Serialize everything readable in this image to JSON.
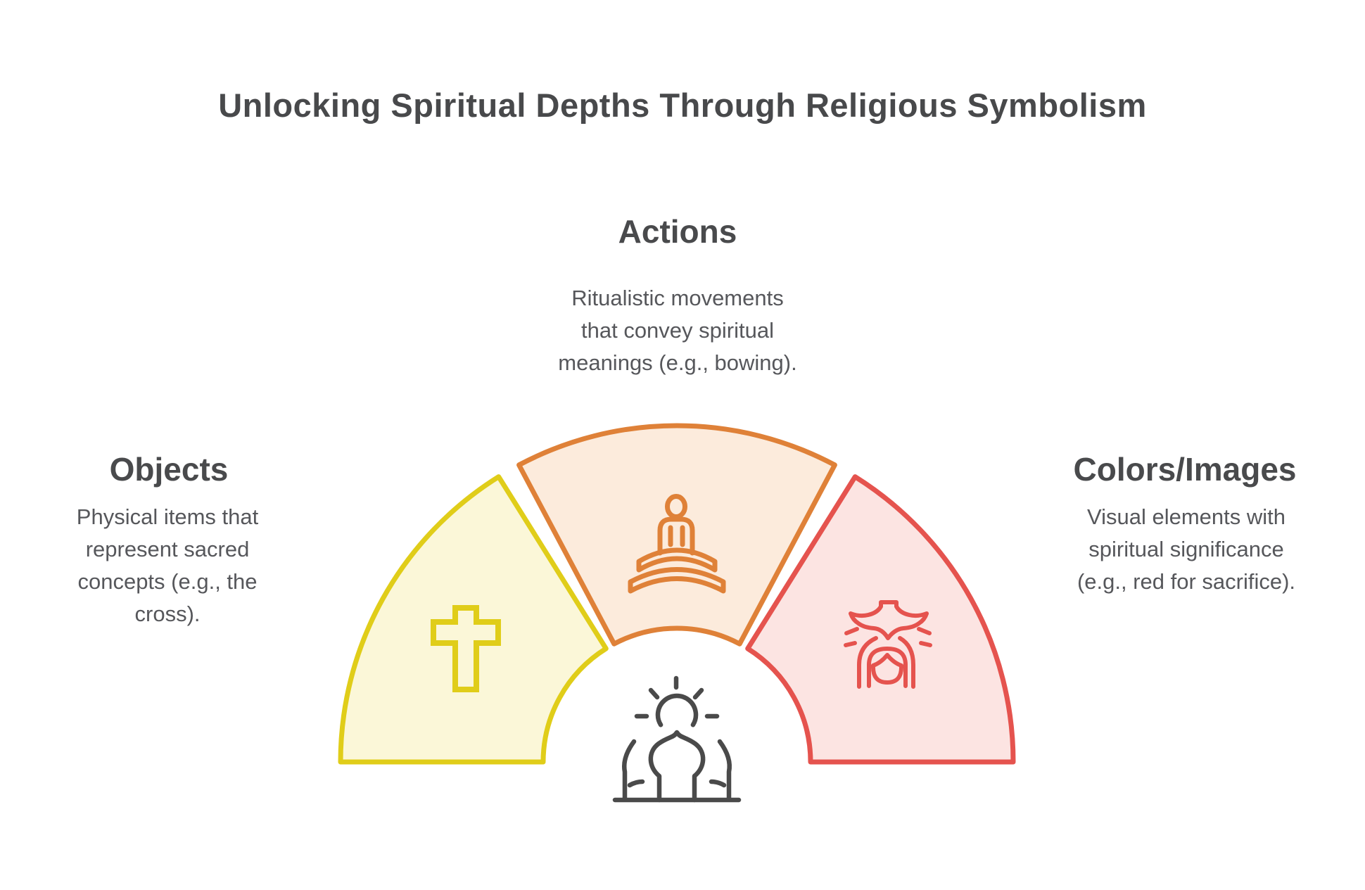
{
  "title": "Unlocking Spiritual Depths Through Religious Symbolism",
  "colors": {
    "background": "#ffffff",
    "title_text": "#48494b",
    "heading_text": "#494a4c",
    "body_text": "#56575b",
    "icon_dark": "#4a4a4a"
  },
  "segments": [
    {
      "label": "Objects",
      "description": "Physical items that represent sacred concepts (e.g., the cross).",
      "description_lines": [
        "Physical items that",
        "represent sacred",
        "concepts (e.g., the",
        "cross)."
      ],
      "icon": "cross-icon",
      "stroke": "#e0cd19",
      "fill": "#fbf7d8"
    },
    {
      "label": "Actions",
      "description": "Ritualistic movements that convey spiritual meanings (e.g., bowing).",
      "description_lines": [
        "Ritualistic movements",
        "that convey spiritual",
        "meanings (e.g., bowing)."
      ],
      "icon": "bowing-person-icon",
      "stroke": "#df8138",
      "fill": "#fcebdc"
    },
    {
      "label": "Colors/Images",
      "description": "Visual elements with spiritual significance (e.g., red for sacrifice).",
      "description_lines": [
        "Visual elements with",
        "spiritual significance",
        "(e.g., red for sacrifice)."
      ],
      "icon": "dove-over-person-icon",
      "stroke": "#e5534e",
      "fill": "#fce4e2"
    }
  ],
  "center_icon": "mosque-sunrise-icon"
}
